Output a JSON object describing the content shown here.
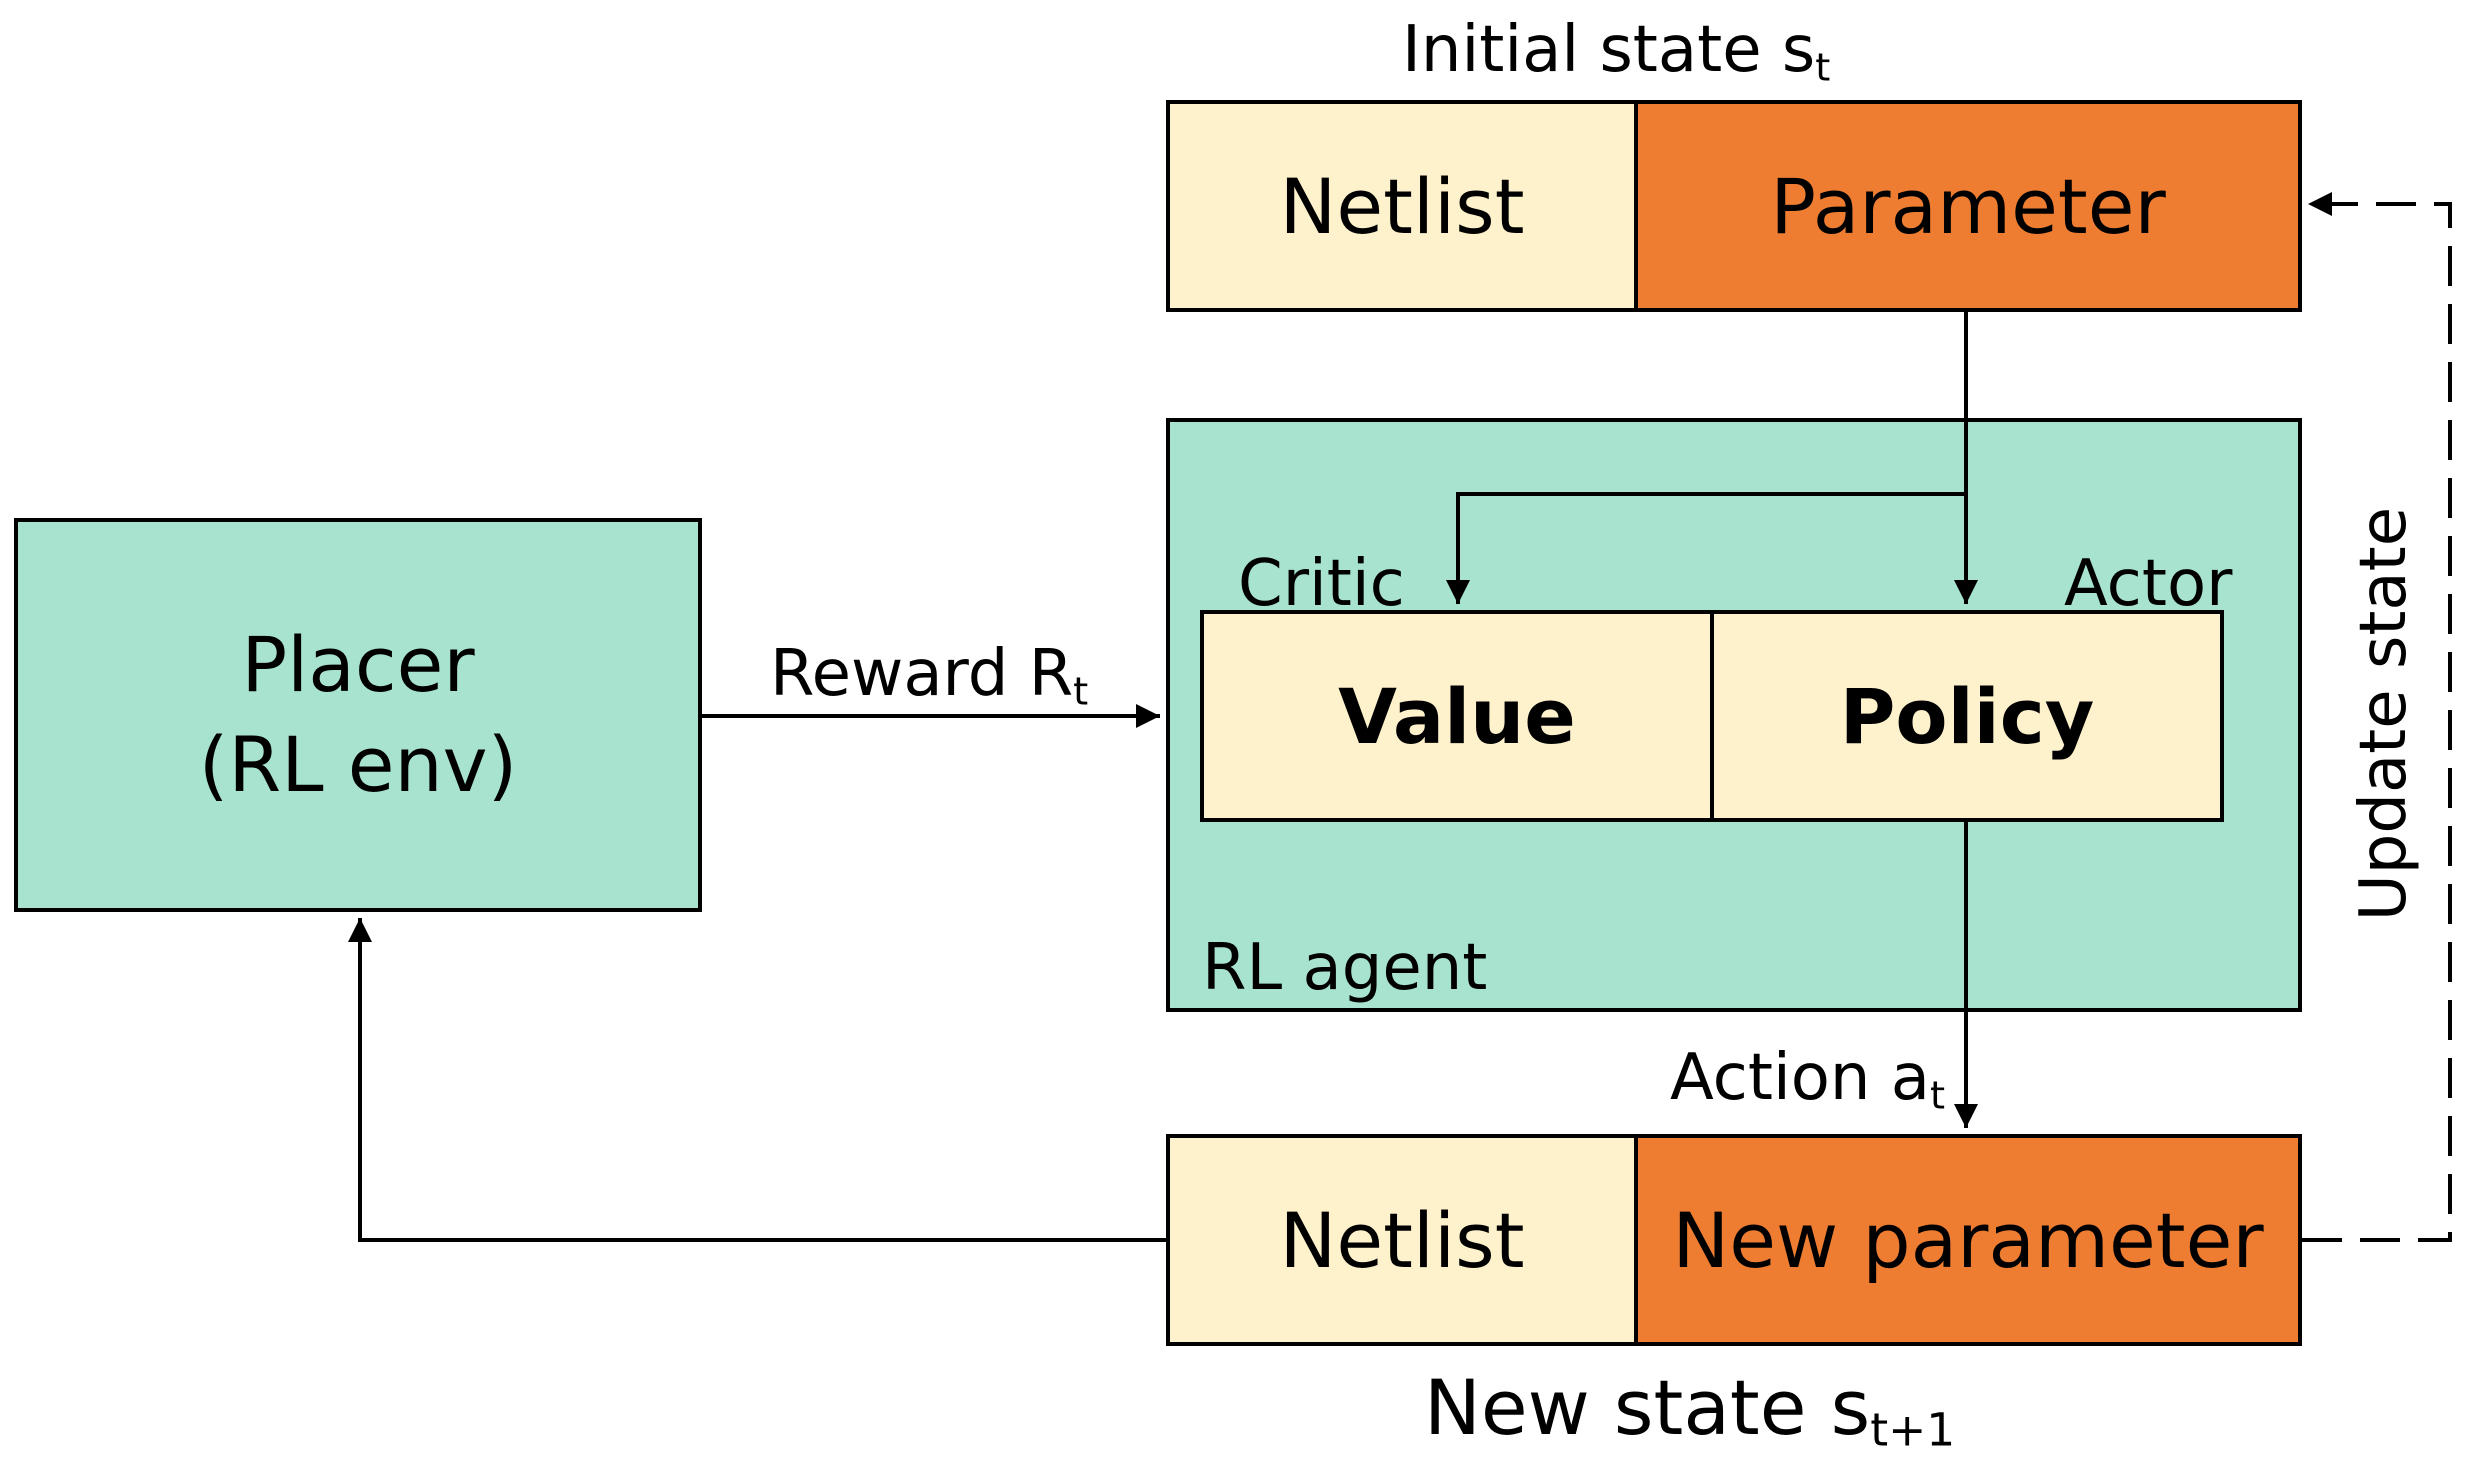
{
  "initial_state": {
    "label": "Initial state s",
    "sub": "t"
  },
  "top_row": {
    "netlist": "Netlist",
    "parameter": "Parameter"
  },
  "agent": {
    "critic": "Critic",
    "actor": "Actor",
    "value": "Value",
    "policy": "Policy",
    "label": "RL agent"
  },
  "placer": {
    "line1": "Placer",
    "line2": "(RL env)"
  },
  "reward": {
    "label": "Reward  R",
    "sub": "t"
  },
  "action": {
    "label": "Action a",
    "sub": "t"
  },
  "bottom_row": {
    "netlist": "Netlist",
    "parameter": "New parameter"
  },
  "new_state": {
    "label": "New state s",
    "sub": "t+1"
  },
  "update_state": "Update state",
  "colors": {
    "cream": "#fef2cc",
    "orange": "#ee7d32",
    "teal": "#a8e3d0"
  }
}
